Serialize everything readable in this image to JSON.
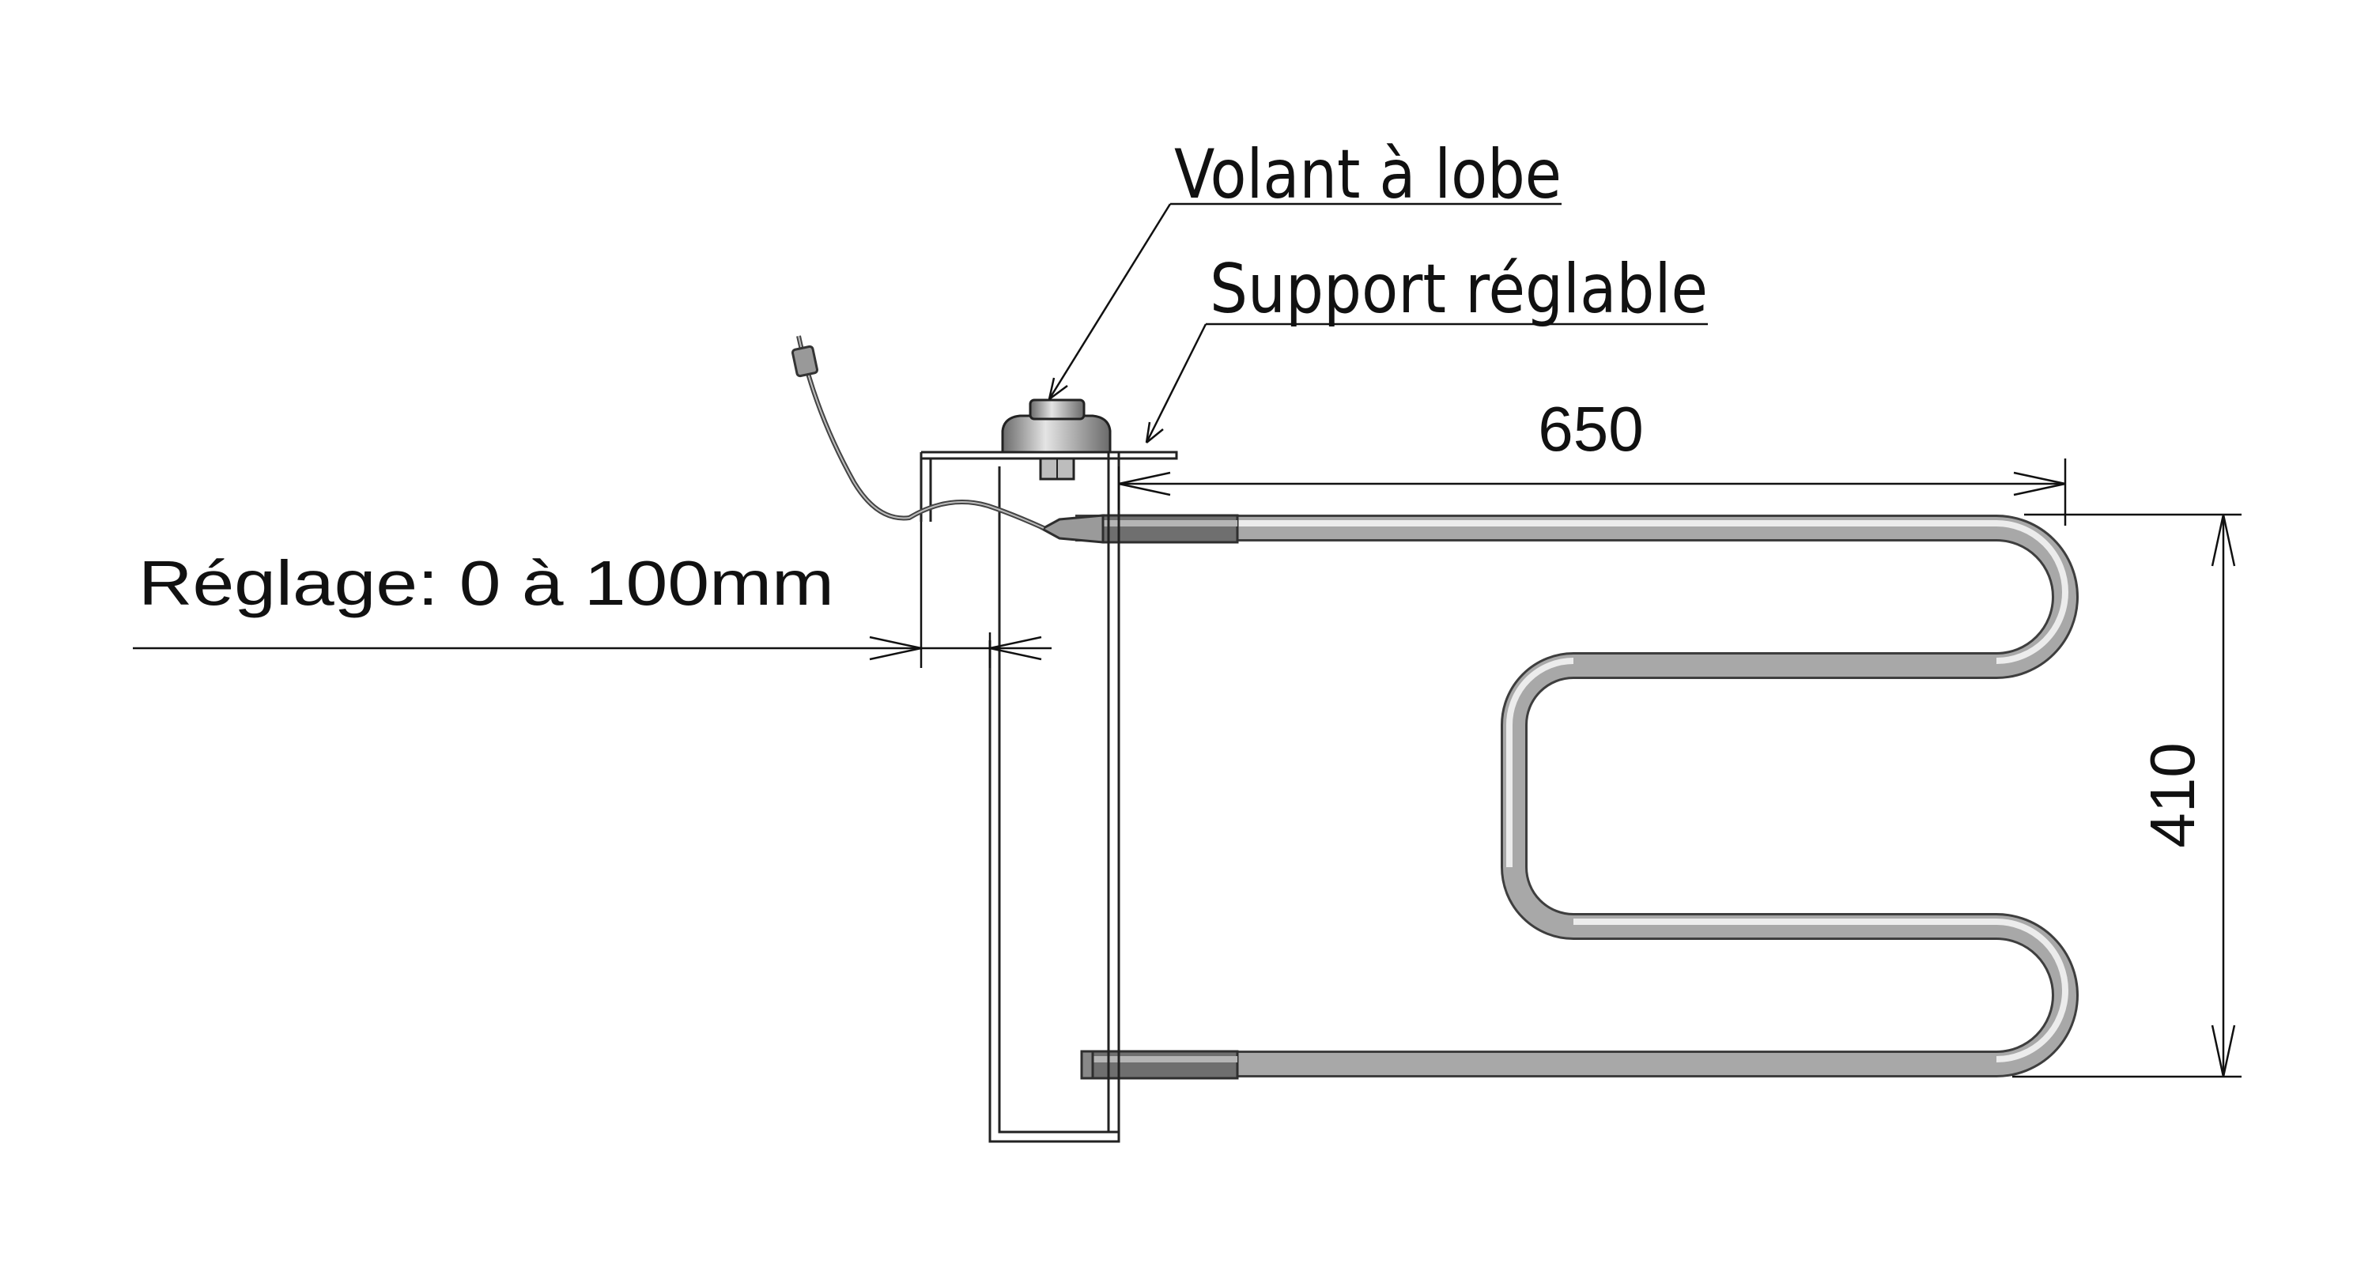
{
  "labels": {
    "volant": "Volant à lobe",
    "support": "Support réglable",
    "reglage": "Réglage: 0 à 100mm",
    "dim_width": "650",
    "dim_height": "410"
  },
  "colors": {
    "tube_dark": "#5c5c5c",
    "tube_light": "#cfcfcf",
    "tube_highlight": "#f0f0f0",
    "line": "#111111",
    "knob_dark": "#6a6a6a",
    "knob_light": "#d8d8d8"
  }
}
